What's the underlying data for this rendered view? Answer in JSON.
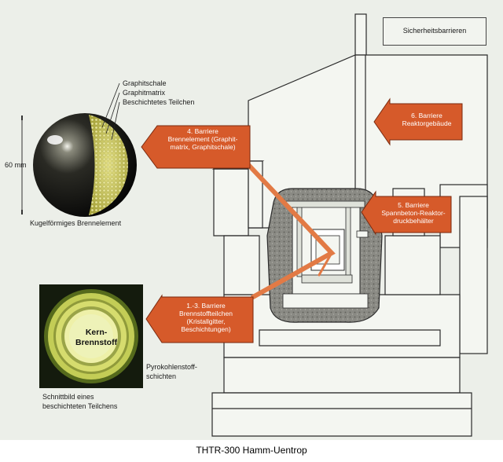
{
  "caption": "THTR-300 Hamm-Uentrop",
  "legend": {
    "title": "Sicherheitsbarrieren"
  },
  "sphere": {
    "layer_labels": [
      "Graphitschale",
      "Graphitmatrix",
      "Beschichtetes Teilchen"
    ],
    "dimension": "60 mm",
    "title": "Kugelförmiges Brennelement"
  },
  "particle": {
    "core_label_1": "Kern-",
    "core_label_2": "Brennstoff",
    "coating_label_1": "Pyrokohlenstoff-",
    "coating_label_2": "schichten",
    "title_1": "Schnittbild eines",
    "title_2": "beschichteten Teilchens"
  },
  "barriers": {
    "b6": {
      "line1": "6. Barriere",
      "line2": "Reaktorgebäude"
    },
    "b4": {
      "line1": "4. Barriere",
      "line2": "Brennelement (Graphit-",
      "line3": "matrix, Graphitschale)"
    },
    "b5": {
      "line1": "5. Barriere",
      "line2": "Spannbeton-Reaktor-",
      "line3": "druckbehälter"
    },
    "b13": {
      "line1": "1.-3. Barriere",
      "line2": "Brennstoffteilchen",
      "line3": "(Kristallgitter,",
      "line4": "Beschichtungen)"
    }
  },
  "colors": {
    "arrow": "#d65a2a",
    "background": "#ecefe9",
    "structure_line": "#2a2a2a"
  }
}
